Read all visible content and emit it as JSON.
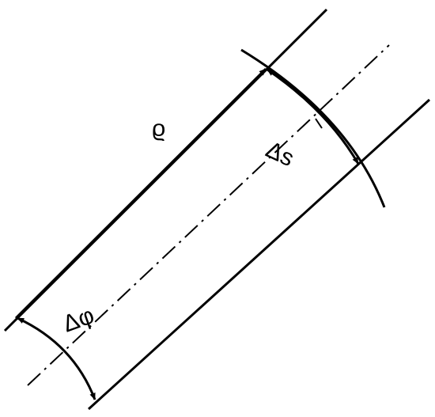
{
  "labels": {
    "radius": "ϱ",
    "arc_length": "Δs",
    "angle": "Δφ"
  }
}
